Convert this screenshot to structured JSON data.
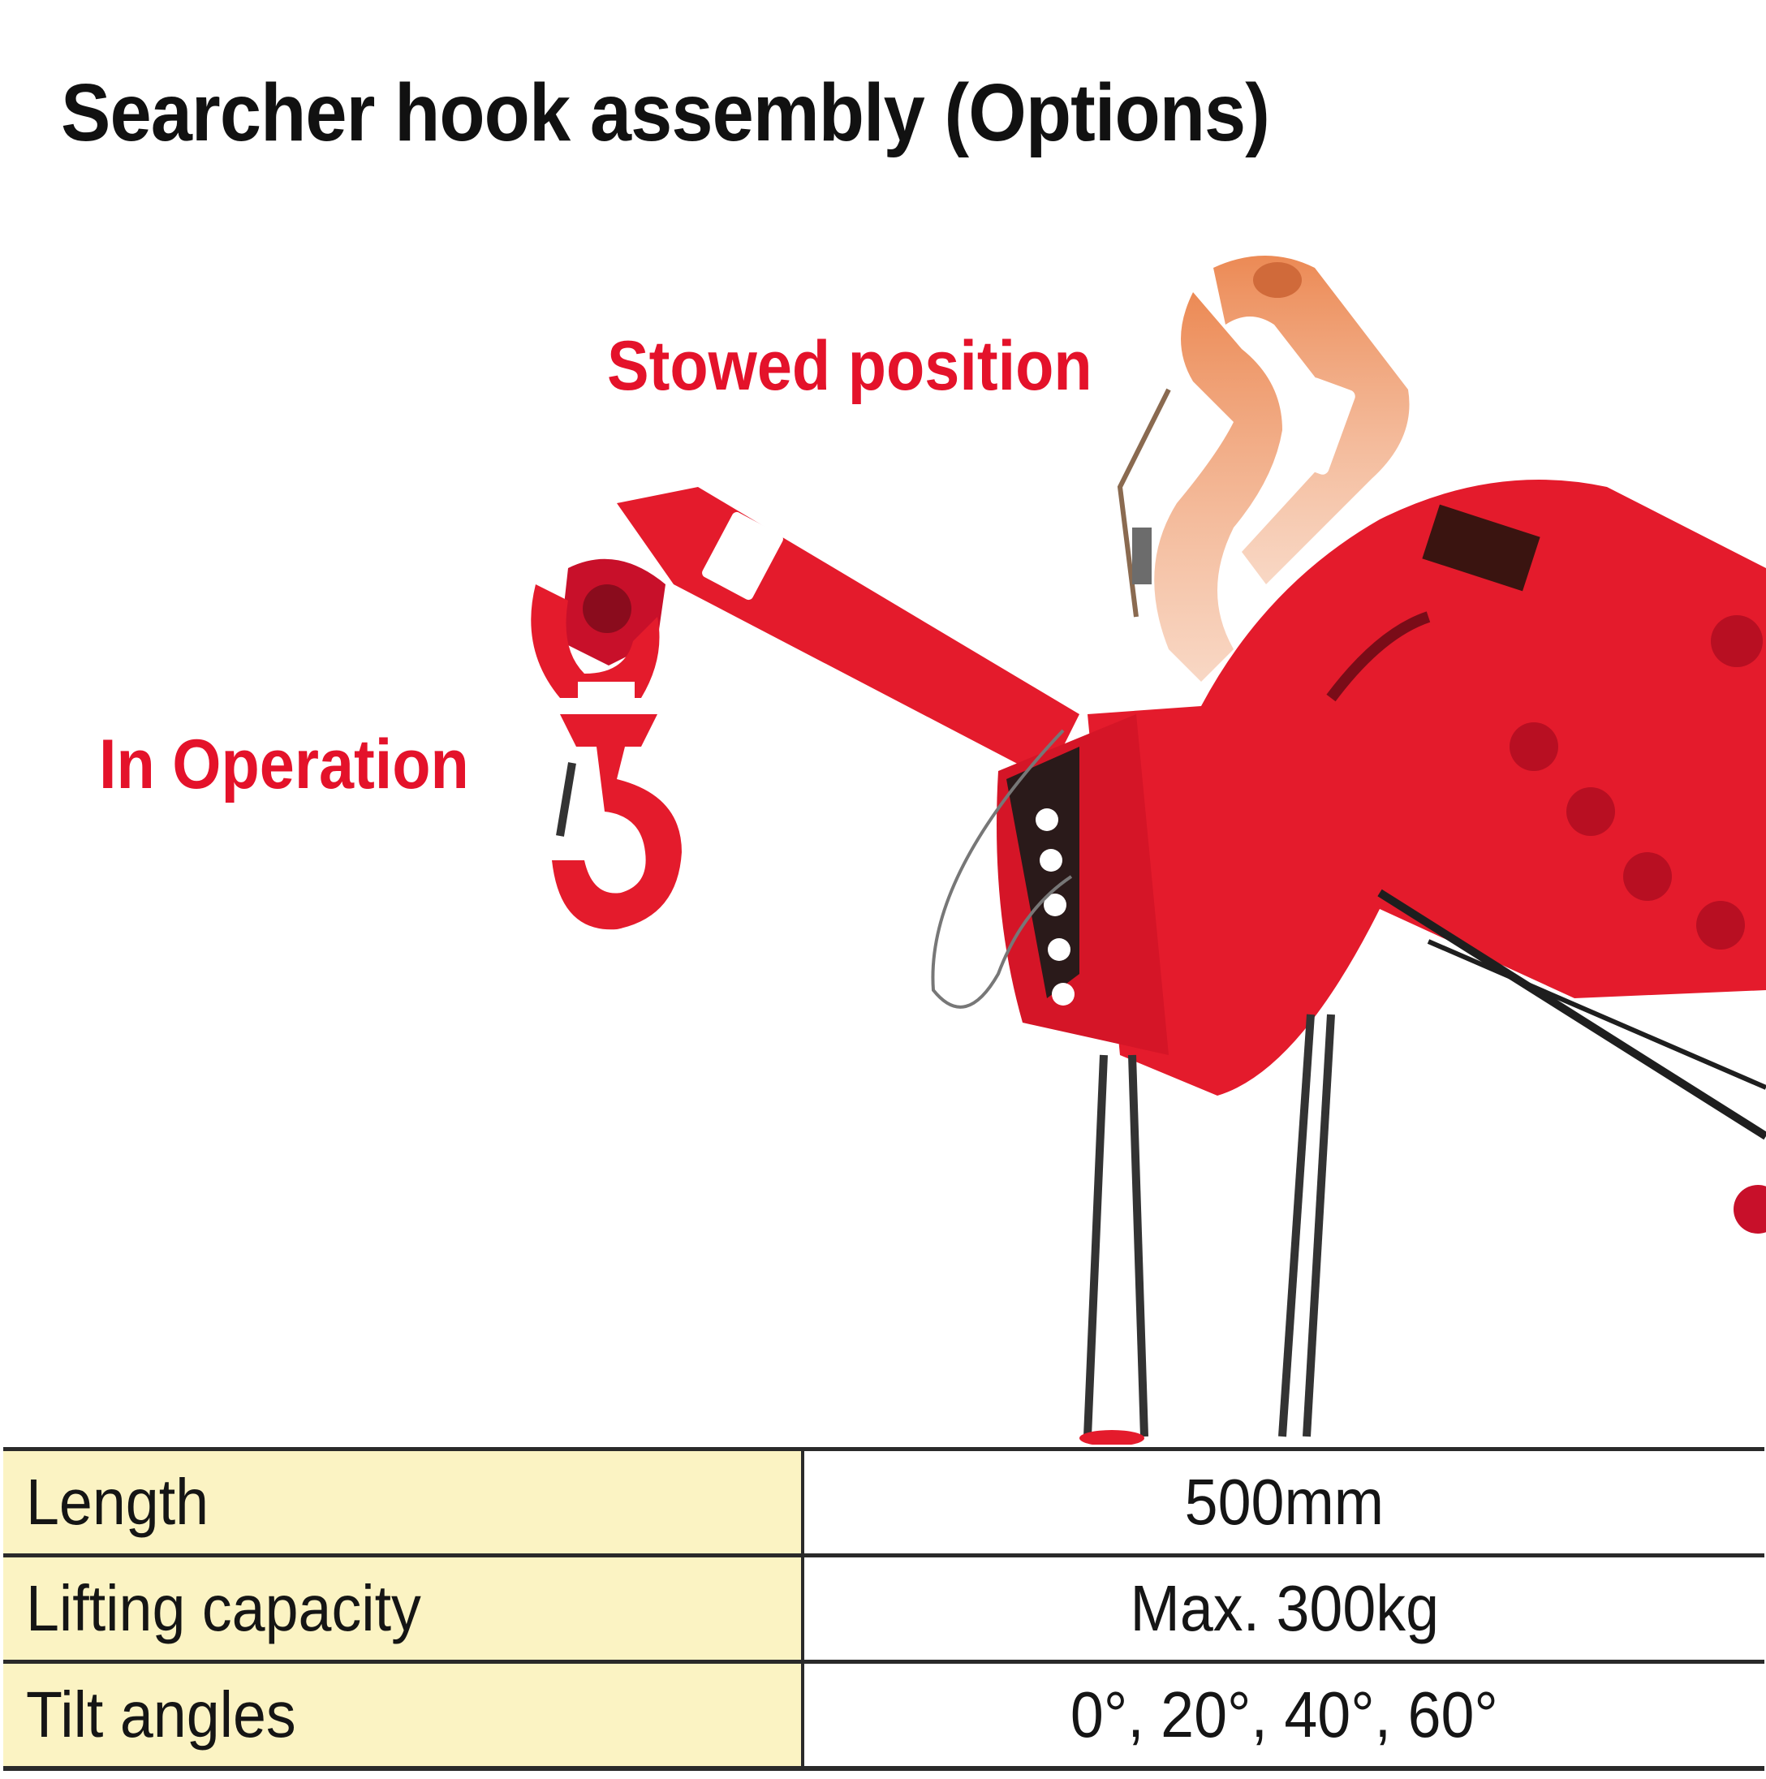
{
  "title": "Searcher hook assembly (Options)",
  "callouts": {
    "stowed": "Stowed position",
    "operation": "In Operation"
  },
  "colors": {
    "callout_red": "#e4122a",
    "crane_red": "#e41b2c",
    "stowed_orange": "#ec8a55",
    "label_cell_bg": "#fbf3c3"
  },
  "specs": [
    {
      "label": "Length",
      "value": "500mm"
    },
    {
      "label": "Lifting capacity",
      "value": "Max. 300kg"
    },
    {
      "label": "Tilt angles",
      "value": "0°, 20°, 40°, 60°"
    }
  ]
}
